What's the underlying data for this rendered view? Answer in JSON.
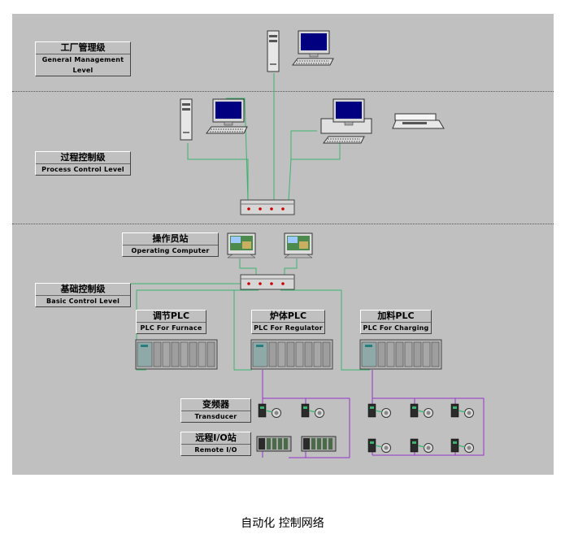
{
  "levels": {
    "management": {
      "zh": "工厂管理级",
      "en": "General Management Level"
    },
    "process": {
      "zh": "过程控制级",
      "en": "Process Control Level"
    },
    "operating": {
      "zh": "操作员站",
      "en": "Operating Computer"
    },
    "basic": {
      "zh": "基础控制级",
      "en": "Basic Control Level"
    }
  },
  "plcs": [
    {
      "zh": "调节PLC",
      "en": "PLC For Furnace"
    },
    {
      "zh": "炉体PLC",
      "en": "PLC For Regulator"
    },
    {
      "zh": "加料PLC",
      "en": "PLC For Charging"
    }
  ],
  "field": {
    "transducer": {
      "zh": "变频器",
      "en": "Transducer"
    },
    "remote_io": {
      "zh": "远程I/O站",
      "en": "Remote I/O"
    }
  },
  "caption": "自动化 控制网络",
  "colors": {
    "background": "#c0c0c0",
    "ethernet": "#3cb371",
    "profibus": "#9932cc",
    "hub_led": "#cc0000"
  }
}
